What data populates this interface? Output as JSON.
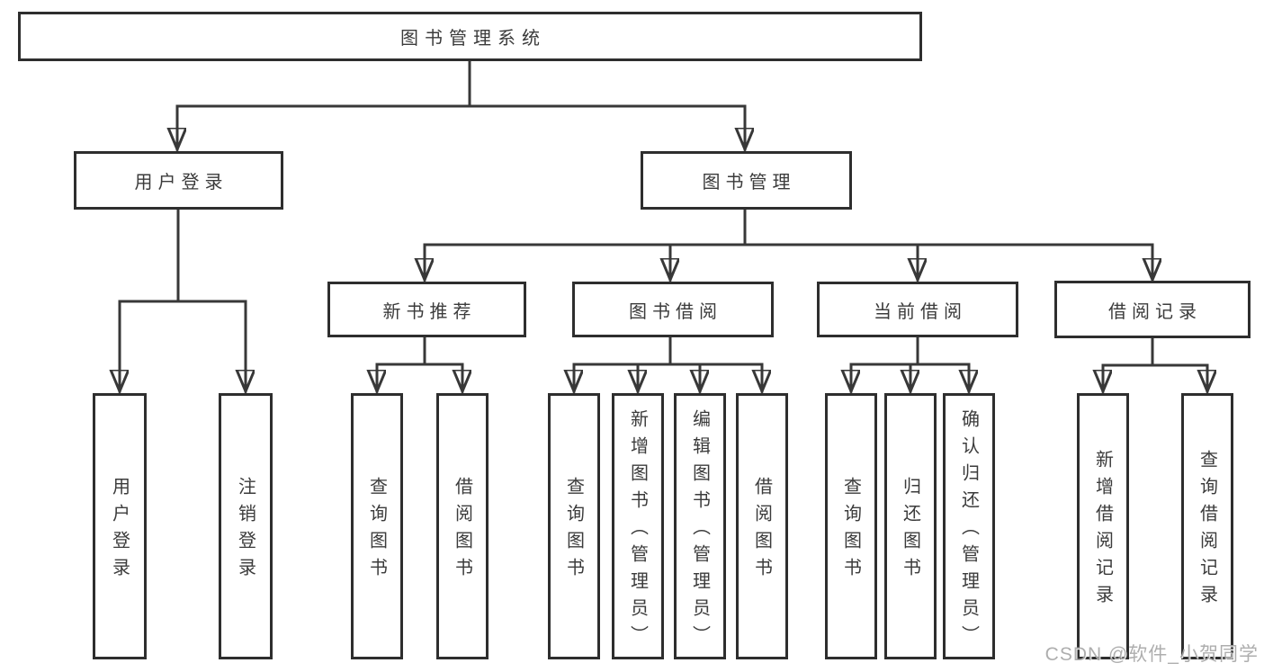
{
  "diagram": {
    "title": "图书管理系统",
    "level2": [
      {
        "label": "用户登录"
      },
      {
        "label": "图书管理"
      }
    ],
    "level3": [
      {
        "label": "新书推荐",
        "parent": "图书管理"
      },
      {
        "label": "图书借阅",
        "parent": "图书管理"
      },
      {
        "label": "当前借阅",
        "parent": "图书管理"
      },
      {
        "label": "借阅记录",
        "parent": "图书管理"
      }
    ],
    "leaves": [
      {
        "label": "用户登录",
        "parent": "用户登录"
      },
      {
        "label": "注销登录",
        "parent": "用户登录"
      },
      {
        "label": "查询图书",
        "parent": "新书推荐"
      },
      {
        "label": "借阅图书",
        "parent": "新书推荐"
      },
      {
        "label": "查询图书",
        "parent": "图书借阅"
      },
      {
        "label": "新增图书（管理员）",
        "parent": "图书借阅"
      },
      {
        "label": "编辑图书（管理员）",
        "parent": "图书借阅"
      },
      {
        "label": "借阅图书",
        "parent": "图书借阅"
      },
      {
        "label": "查询图书",
        "parent": "当前借阅"
      },
      {
        "label": "归还图书",
        "parent": "当前借阅"
      },
      {
        "label": "确认归还（管理员）",
        "parent": "当前借阅"
      },
      {
        "label": "新增借阅记录",
        "parent": "借阅记录"
      },
      {
        "label": "查询借阅记录",
        "parent": "借阅记录"
      }
    ],
    "colors": {
      "line": "#383838",
      "box_border": "#2e2e2e",
      "text": "#3b3b3b",
      "background": "#ffffff",
      "watermark": "#a6a6a6"
    }
  },
  "watermark": {
    "text": "CSDN @软件_小贺同学"
  }
}
